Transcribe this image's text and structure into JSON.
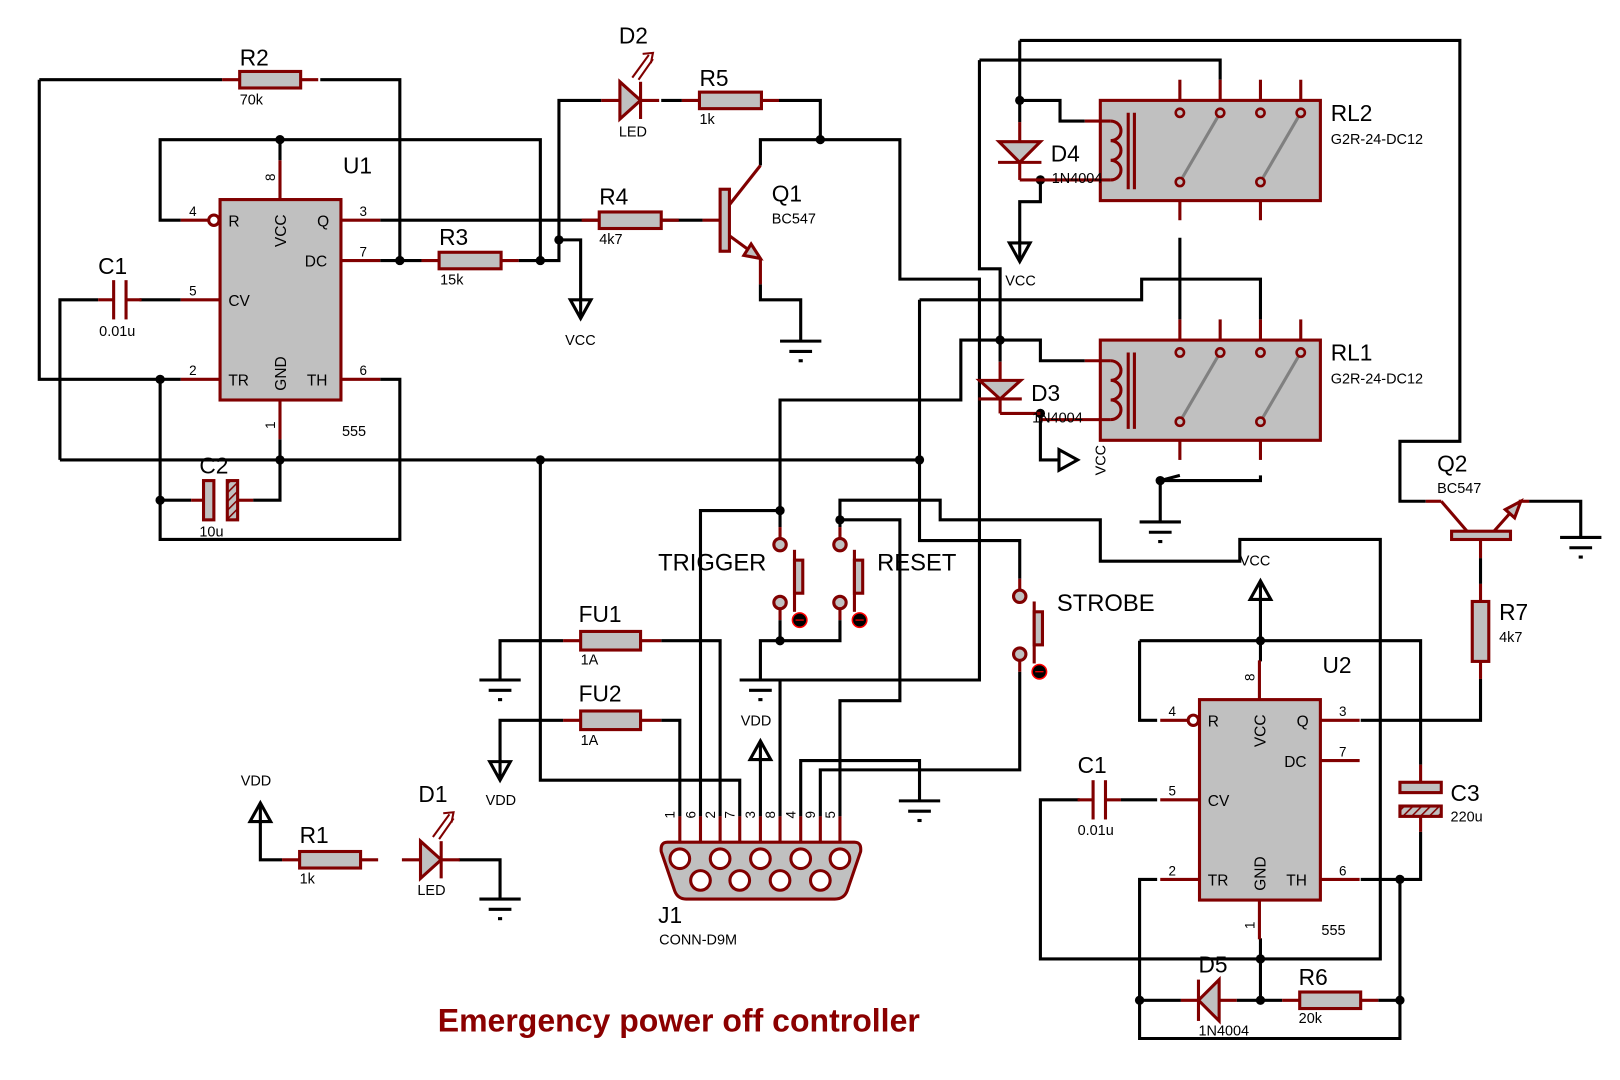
{
  "title": "Emergency power off controller",
  "colors": {
    "wire": "#000000",
    "component": "#800000",
    "body": "#c0c0c0",
    "title": "#8b0000"
  },
  "components": {
    "U1": {
      "ref": "U1",
      "value": "555"
    },
    "U2": {
      "ref": "U2",
      "value": "555"
    },
    "R1": {
      "ref": "R1",
      "value": "1k"
    },
    "R2": {
      "ref": "R2",
      "value": "70k"
    },
    "R3": {
      "ref": "R3",
      "value": "15k"
    },
    "R4": {
      "ref": "R4",
      "value": "4k7"
    },
    "R5": {
      "ref": "R5",
      "value": "1k"
    },
    "R6": {
      "ref": "R6",
      "value": "20k"
    },
    "R7": {
      "ref": "R7",
      "value": "4k7"
    },
    "C1a": {
      "ref": "C1",
      "value": "0.01u"
    },
    "C1b": {
      "ref": "C1",
      "value": "0.01u"
    },
    "C2": {
      "ref": "C2",
      "value": "10u"
    },
    "C3": {
      "ref": "C3",
      "value": "220u"
    },
    "D1": {
      "ref": "D1",
      "value": "LED"
    },
    "D2": {
      "ref": "D2",
      "value": "LED"
    },
    "D3": {
      "ref": "D3",
      "value": "1N4004"
    },
    "D4": {
      "ref": "D4",
      "value": "1N4004"
    },
    "D5": {
      "ref": "D5",
      "value": "1N4004"
    },
    "Q1": {
      "ref": "Q1",
      "value": "BC547"
    },
    "Q2": {
      "ref": "Q2",
      "value": "BC547"
    },
    "RL1": {
      "ref": "RL1",
      "value": "G2R-24-DC12"
    },
    "RL2": {
      "ref": "RL2",
      "value": "G2R-24-DC12"
    },
    "FU1": {
      "ref": "FU1",
      "value": "1A"
    },
    "FU2": {
      "ref": "FU2",
      "value": "1A"
    },
    "J1": {
      "ref": "J1",
      "value": "CONN-D9M",
      "pins": [
        "1",
        "6",
        "2",
        "7",
        "3",
        "8",
        "4",
        "9",
        "5"
      ]
    }
  },
  "ic555": {
    "names": {
      "R": "R",
      "VCC": "VCC",
      "Q": "Q",
      "DC": "DC",
      "CV": "CV",
      "TR": "TR",
      "GND": "GND",
      "TH": "TH"
    },
    "numbers": {
      "R": "4",
      "VCC": "8",
      "Q": "3",
      "DC": "7",
      "CV": "5",
      "TR": "2",
      "GND": "1",
      "TH": "6"
    }
  },
  "switches": {
    "trigger": "TRIGGER",
    "reset": "RESET",
    "strobe": "STROBE"
  },
  "net_labels": {
    "vcc_q1": "VCC",
    "vcc_d4": "VCC",
    "vcc_d3": "VCC",
    "vcc_u2": "VCC",
    "vdd_fu2": "VDD",
    "vdd_j1": "VDD",
    "vdd_r1": "VDD"
  }
}
